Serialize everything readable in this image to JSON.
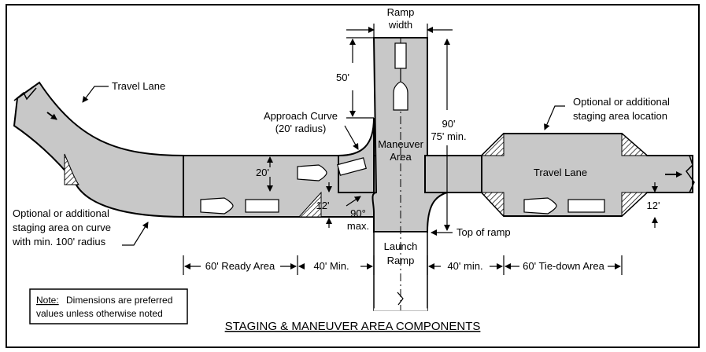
{
  "title": "STAGING & MANEUVER AREA COMPONENTS",
  "labels": {
    "ramp_width_1": "Ramp",
    "ramp_width_2": "width",
    "fifty": "50'",
    "travel_lane_left": "Travel Lane",
    "approach_curve_1": "Approach Curve",
    "approach_curve_2": "(20' radius)",
    "ninety_1": "90'",
    "ninety_2": "75' min.",
    "maneuver_1": "Maneuver",
    "maneuver_2": "Area",
    "optional_right_1": "Optional or additional",
    "optional_right_2": "staging area location",
    "twenty": "20'",
    "travel_lane_right": "Travel Lane",
    "twelve_left": "12'",
    "ninety_deg_1": "90°",
    "ninety_deg_2": "max.",
    "twelve_right": "12'",
    "optional_left_1": "Optional or additional",
    "optional_left_2": "staging area on curve",
    "optional_left_3": "with min. 100' radius",
    "top_of_ramp": "Top of ramp",
    "launch_1": "Launch",
    "launch_2": "Ramp",
    "ready_area": "60' Ready Area",
    "forty_min_left": "40' Min.",
    "forty_min_right": "40' min.",
    "tie_down": "60' Tie-down Area",
    "note_head": "Note:",
    "note_body_1": "Dimensions are preferred",
    "note_body_2": "values unless otherwise noted"
  }
}
